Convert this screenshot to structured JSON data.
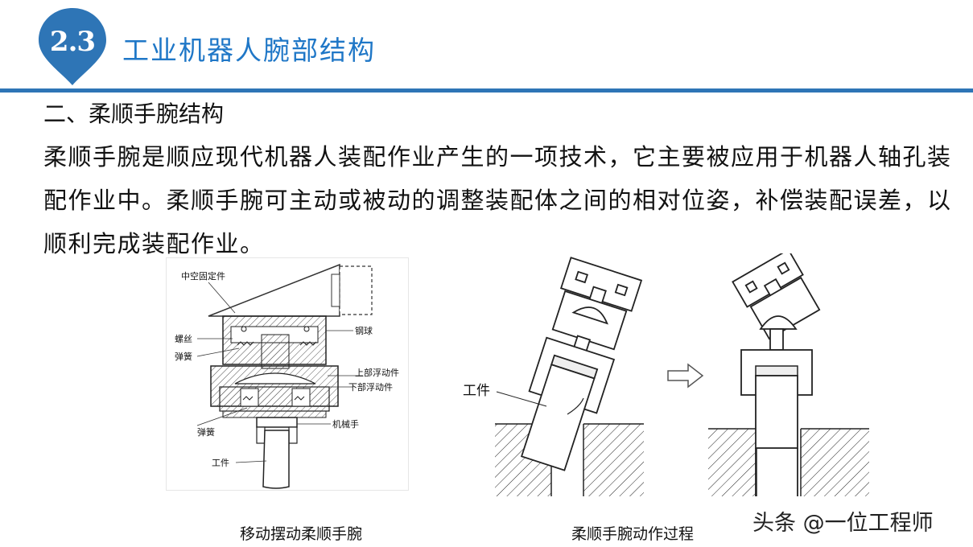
{
  "header": {
    "section_number": "2.3",
    "title": "工业机器人腕部结构"
  },
  "content": {
    "heading": "二、柔顺手腕结构",
    "paragraph": "柔顺手腕是顺应现代机器人装配作业产生的一项技术，它主要被应用于机器人轴孔装配作业中。柔顺手腕可主动或被动的调整装配体之间的相对位姿，补偿装配误差，以顺利完成装配作业。"
  },
  "figures": {
    "left": {
      "caption": "移动摆动柔顺手腕",
      "labels": {
        "hollow_fixture": "中空固定件",
        "thread": "螺丝",
        "spring_top": "弹簧",
        "steel_ball": "钢球",
        "upper_float": "上部浮动件",
        "lower_float": "下部浮动件",
        "spring_bottom": "弹簧",
        "manipulator": "机械手",
        "workpiece": "工件"
      }
    },
    "right": {
      "caption": "柔顺手腕动作过程",
      "labels": {
        "workpiece": "工件"
      }
    }
  },
  "watermark": "头条 @一位工程师",
  "colors": {
    "accent": "#2e75b6",
    "title": "#1f77c7"
  }
}
